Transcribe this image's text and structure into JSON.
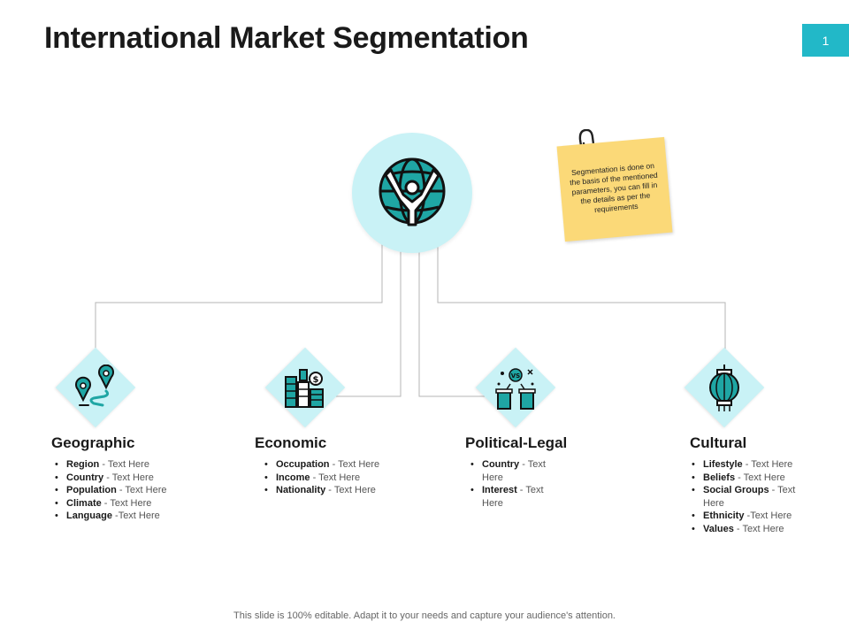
{
  "slide": {
    "title": "International Market Segmentation",
    "page_number": "1",
    "footer": "This slide is 100% editable. Adapt it to your needs and capture your audience's attention.",
    "note": "Segmentation is done on the basis of the mentioned parameters, you can fill in the details as per the requirements"
  },
  "icons": {
    "hub": "globe-person-icon",
    "note_clip": "paperclip-icon"
  },
  "colors": {
    "accent": "#22b8c8",
    "light_accent": "#c9f2f6",
    "icon_fill": "#1fa6a4",
    "note": "#fbd978"
  },
  "segments": [
    {
      "title": "Geographic",
      "icon": "map-pins-route-icon",
      "items": [
        {
          "term": "Region",
          "sep": " - ",
          "value": "Text Here"
        },
        {
          "term": "Country",
          "sep": " - ",
          "value": "Text Here"
        },
        {
          "term": "Population",
          "sep": " - ",
          "value": "Text Here"
        },
        {
          "term": "Climate",
          "sep": " - ",
          "value": "Text Here"
        },
        {
          "term": "Language",
          "sep": " -",
          "value": "Text Here"
        }
      ]
    },
    {
      "title": "Economic",
      "icon": "coins-money-icon",
      "items": [
        {
          "term": "Occupation",
          "sep": " - ",
          "value": "Text Here"
        },
        {
          "term": "Income",
          "sep": " - ",
          "value": "Text Here"
        },
        {
          "term": "Nationality",
          "sep": " - ",
          "value": "Text Here"
        }
      ]
    },
    {
      "title": "Political-Legal",
      "icon": "debate-podium-icon",
      "items": [
        {
          "term": "Country",
          "sep": " - ",
          "value": "Text Here"
        },
        {
          "term": "Interest",
          "sep": " - ",
          "value": "Text Here"
        }
      ]
    },
    {
      "title": "Cultural",
      "icon": "lantern-icon",
      "items": [
        {
          "term": "Lifestyle",
          "sep": "  - ",
          "value": "Text Here"
        },
        {
          "term": "Beliefs",
          "sep": " - ",
          "value": "Text Here"
        },
        {
          "term": "Social Groups",
          "sep": " - ",
          "value": "Text Here"
        },
        {
          "term": "Ethnicity",
          "sep": " -",
          "value": "Text Here"
        },
        {
          "term": "Values",
          "sep": " - ",
          "value": "Text Here"
        }
      ]
    }
  ]
}
